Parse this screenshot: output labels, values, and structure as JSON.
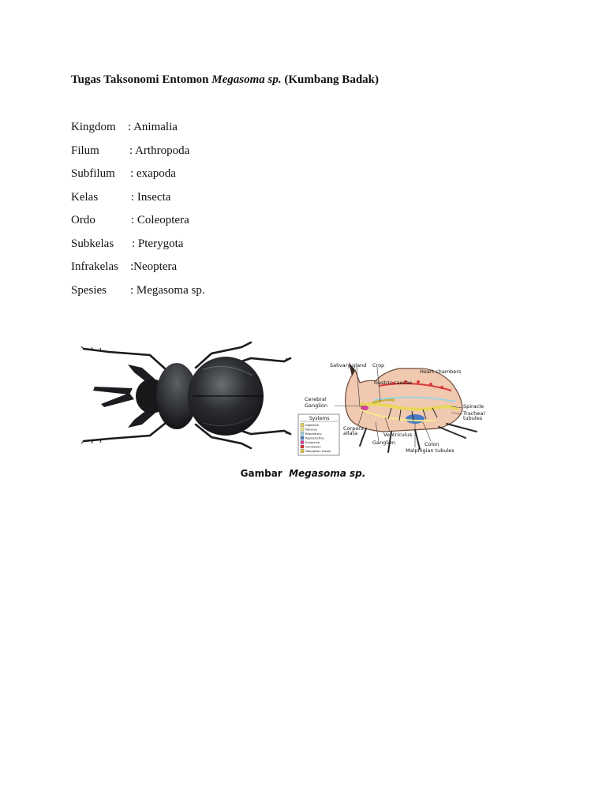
{
  "document": {
    "title_prefix": "Tugas Taksonomi Entomon",
    "title_italic": "Megasoma sp.",
    "title_suffix": "(Kumbang Badak)",
    "taxonomy": [
      {
        "label": "Kingdom",
        "value": ": Animalia"
      },
      {
        "label": "Filum",
        "value": ": Arthropoda"
      },
      {
        "label": "Subfilum",
        "value": ": exapoda"
      },
      {
        "label": "Kelas",
        "value": ": Insecta"
      },
      {
        "label": "Ordo",
        "value": ": Coleoptera"
      },
      {
        "label": "Subkelas",
        "value": ": Pterygota"
      },
      {
        "label": "Infrakelas",
        "value": ":Neoptera"
      },
      {
        "label": "Spesies",
        "value": ": Megasoma sp."
      }
    ],
    "caption_prefix": "Gambar",
    "caption_italic": "Megasoma sp."
  },
  "anatomy": {
    "labels": {
      "salivary": "Salivary gland",
      "crop": "Crop",
      "heart": "Heart chambers",
      "gastric": "Gastric caecae",
      "cerebral1": "Cerebral",
      "cerebral2": "Ganglion",
      "spiracle": "Spiracle",
      "tracheal1": "Tracheal",
      "tracheal2": "tubules",
      "corpora1": "Corpora",
      "corpora2": "allata",
      "ventriculus": "Ventriculus",
      "ganglion": "Ganglion",
      "colon": "Colon",
      "malpighian": "Malphigian tubules"
    },
    "legend_title": "Systems",
    "legend": [
      {
        "name": "Digestive",
        "color": "#e8d75a"
      },
      {
        "name": "Nervous",
        "color": "#f5ec8a"
      },
      {
        "name": "Respiratory",
        "color": "#9fd3e0"
      },
      {
        "name": "Reproductive",
        "color": "#4a7bc2"
      },
      {
        "name": "Endocrine",
        "color": "#d23c9c"
      },
      {
        "name": "Circulatory",
        "color": "#d93a3a"
      },
      {
        "name": "Malpighian tubule",
        "color": "#e0c23a"
      }
    ]
  }
}
